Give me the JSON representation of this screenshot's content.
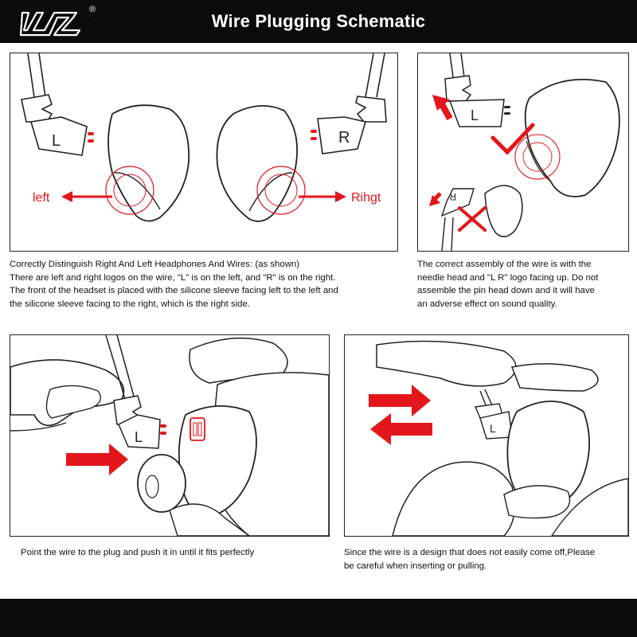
{
  "header": {
    "logo_text": "KZ",
    "registered_mark": "®",
    "title": "Wire Plugging Schematic"
  },
  "panels": {
    "top_left": {
      "left_label": "left",
      "right_label": "Rihgt",
      "plug_left_letter": "L",
      "plug_right_letter": "R",
      "caption": "Correctly Distinguish Right And Left Headphones And Wires: (as shown)\nThere are left and right logos on the wire, \"L\" is on the left, and \"R\" is on the right.\nThe front of the headset is placed with the silicone sleeve facing left to the left and\nthe silicone sleeve facing to the right, which is the right side."
    },
    "top_right": {
      "plug_correct_letter": "L",
      "plug_wrong_letter": "R",
      "caption": "The correct assembly of the wire is with the\nneedle head and \"L R\" logo facing up. Do not\nassemble the pin head down and it will have\nan adverse effect on sound quality."
    },
    "bottom_left": {
      "plug_letter": "L",
      "caption": "Point the wire to the plug and push it in until it fits perfectly"
    },
    "bottom_right": {
      "plug_letter": "L",
      "caption": "Since the wire is a design that does not easily come off,Please\nbe careful when inserting or pulling."
    }
  },
  "colors": {
    "accent_red": "#e3161b",
    "bar_black": "#0b0b0b",
    "line": "#222222"
  }
}
